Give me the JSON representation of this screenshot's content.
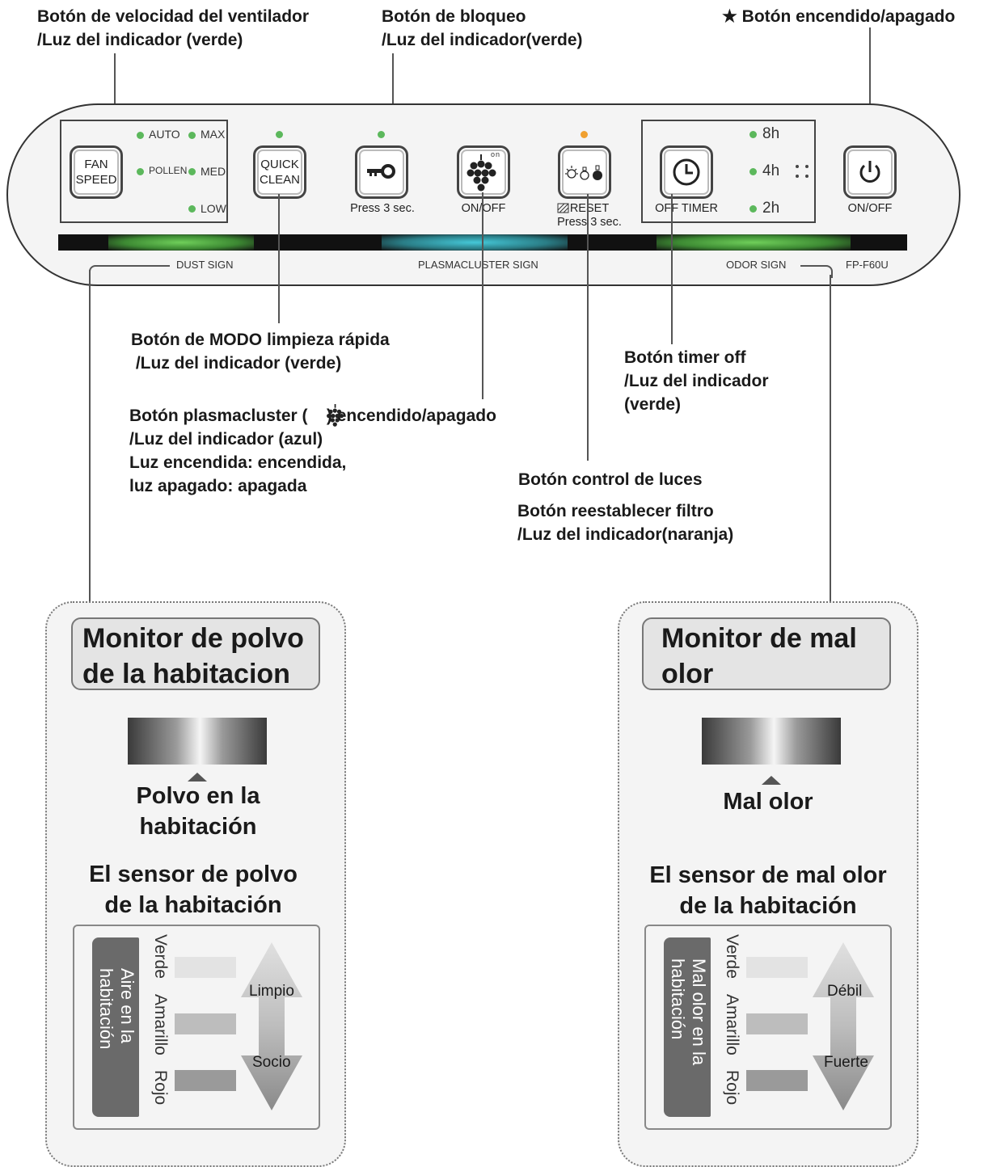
{
  "annotations": {
    "fan_speed": "Botón de velocidad del ventilador\n/Luz del indicador (verde)",
    "lock": "Botón de bloqueo\n/Luz del indicador(verde)",
    "power": "★ Botón encendido/apagado",
    "quick_clean": "Botón de MODO limpieza rápida\n /Luz del indicador (verde)",
    "plasmacluster": "Botón plasmacluster (    ) encendido/apagado\n/Luz del indicador (azul)\nLuz encendida: encendida,\nluz apagado: apagada",
    "timer": "Botón timer off\n/Luz del indicador\n(verde)",
    "light_control": "Botón control de luces",
    "filter_reset": "Botón reestablecer filtro\n/Luz del indicador(naranja)"
  },
  "panel": {
    "fan_speed_button": "FAN\nSPEED",
    "fan_options": {
      "auto": "AUTO",
      "max": "MAX",
      "pollen": "POLLEN",
      "med": "MED",
      "low": "LOW"
    },
    "quick_clean_button": "QUICK\nCLEAN",
    "lock_caption": "Press 3 sec.",
    "plasma_caption": "ON/OFF",
    "plasma_on_label": "on",
    "reset_caption": "RESET\nPress 3 sec.",
    "timer_caption": "OFF TIMER",
    "timer_options": [
      "8h",
      "4h",
      "2h"
    ],
    "power_caption": "ON/OFF",
    "dust_sign": "DUST SIGN",
    "plasmacluster_sign": "PLASMACLUSTER SIGN",
    "odor_sign": "ODOR SIGN",
    "model": "FP-F60U"
  },
  "colors": {
    "led_green": "#5cb85c",
    "led_orange": "#f0a030",
    "sign_green": "#6fcf5a",
    "sign_cyan": "#45c8d8"
  },
  "icons": [
    "key-icon",
    "plasmacluster-icon",
    "light-control-icon",
    "clock-icon",
    "power-icon"
  ],
  "dust_monitor": {
    "title": "Monitor de polvo\nde la habitacion",
    "indicator_label": "Polvo en la\nhabitación",
    "sensor_title": "El sensor de polvo\nde la habitación",
    "side_label": "Aire en la\nhabitación",
    "levels": [
      "Verde",
      "Amarillo",
      "Rojo"
    ],
    "arrow_top": "Limpio",
    "arrow_bottom": "Socio"
  },
  "odor_monitor": {
    "title": "Monitor de mal\nolor",
    "indicator_label": "Mal olor",
    "sensor_title": "El sensor de mal olor\nde la habitación",
    "side_label": "Mal olor en la\nhabitación",
    "levels": [
      "Verde",
      "Amarillo",
      "Rojo"
    ],
    "arrow_top": "Débil",
    "arrow_bottom": "Fuerte"
  }
}
